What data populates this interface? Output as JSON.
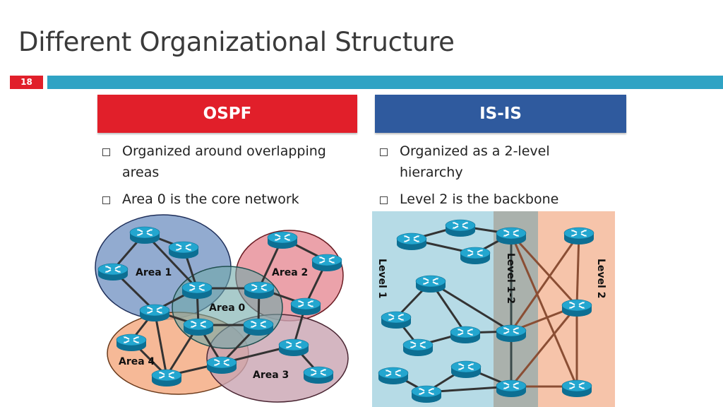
{
  "slide": {
    "title": "Different Organizational Structure",
    "number": "18"
  },
  "ospf": {
    "header": "OSPF",
    "bullets": [
      {
        "line1": "Organized around overlapping",
        "line2": "areas"
      },
      {
        "line1": "Area 0 is the core network",
        "line2": ""
      }
    ],
    "areas": [
      "Area 1",
      "Area 2",
      "Area 0",
      "Area 4",
      "Area 3"
    ]
  },
  "isis": {
    "header": "IS-IS",
    "bullets": [
      {
        "line1": "Organized as a 2-level",
        "line2": "hierarchy"
      },
      {
        "line1": "Level 2 is the backbone",
        "line2": ""
      }
    ],
    "levels": [
      "Level 1",
      "Level 1-2",
      "Level 2"
    ]
  },
  "colors": {
    "accent_red": "#e11f2a",
    "accent_blue": "#2f5a9e",
    "bar_teal": "#2fa3c4",
    "router": "#1fa3c9"
  },
  "icons": [
    "router-icon"
  ]
}
